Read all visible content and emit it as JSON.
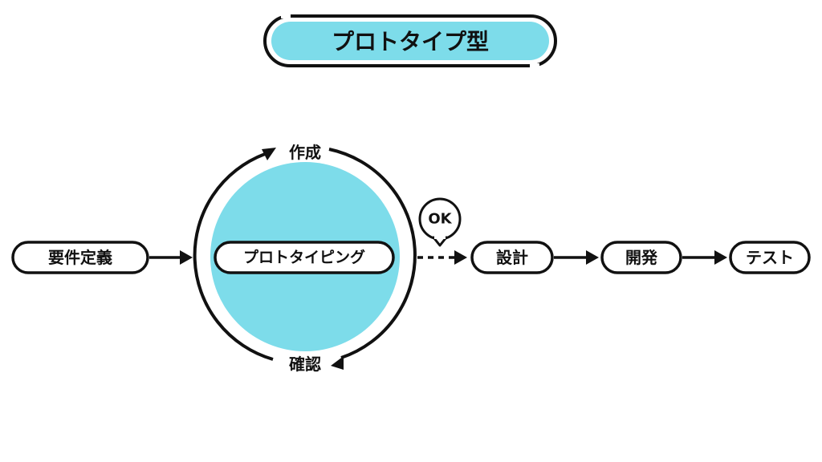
{
  "title": "プロトタイプ型",
  "colors": {
    "accent": "#7ddcea",
    "ink": "#111111",
    "background": "#ffffff"
  },
  "nodes": {
    "requirements": "要件定義",
    "prototyping": "プロトタイピング",
    "design": "設計",
    "development": "開発",
    "test": "テスト"
  },
  "cycle": {
    "create": "作成",
    "confirm": "確認"
  },
  "bubble": {
    "ok": "OK"
  }
}
